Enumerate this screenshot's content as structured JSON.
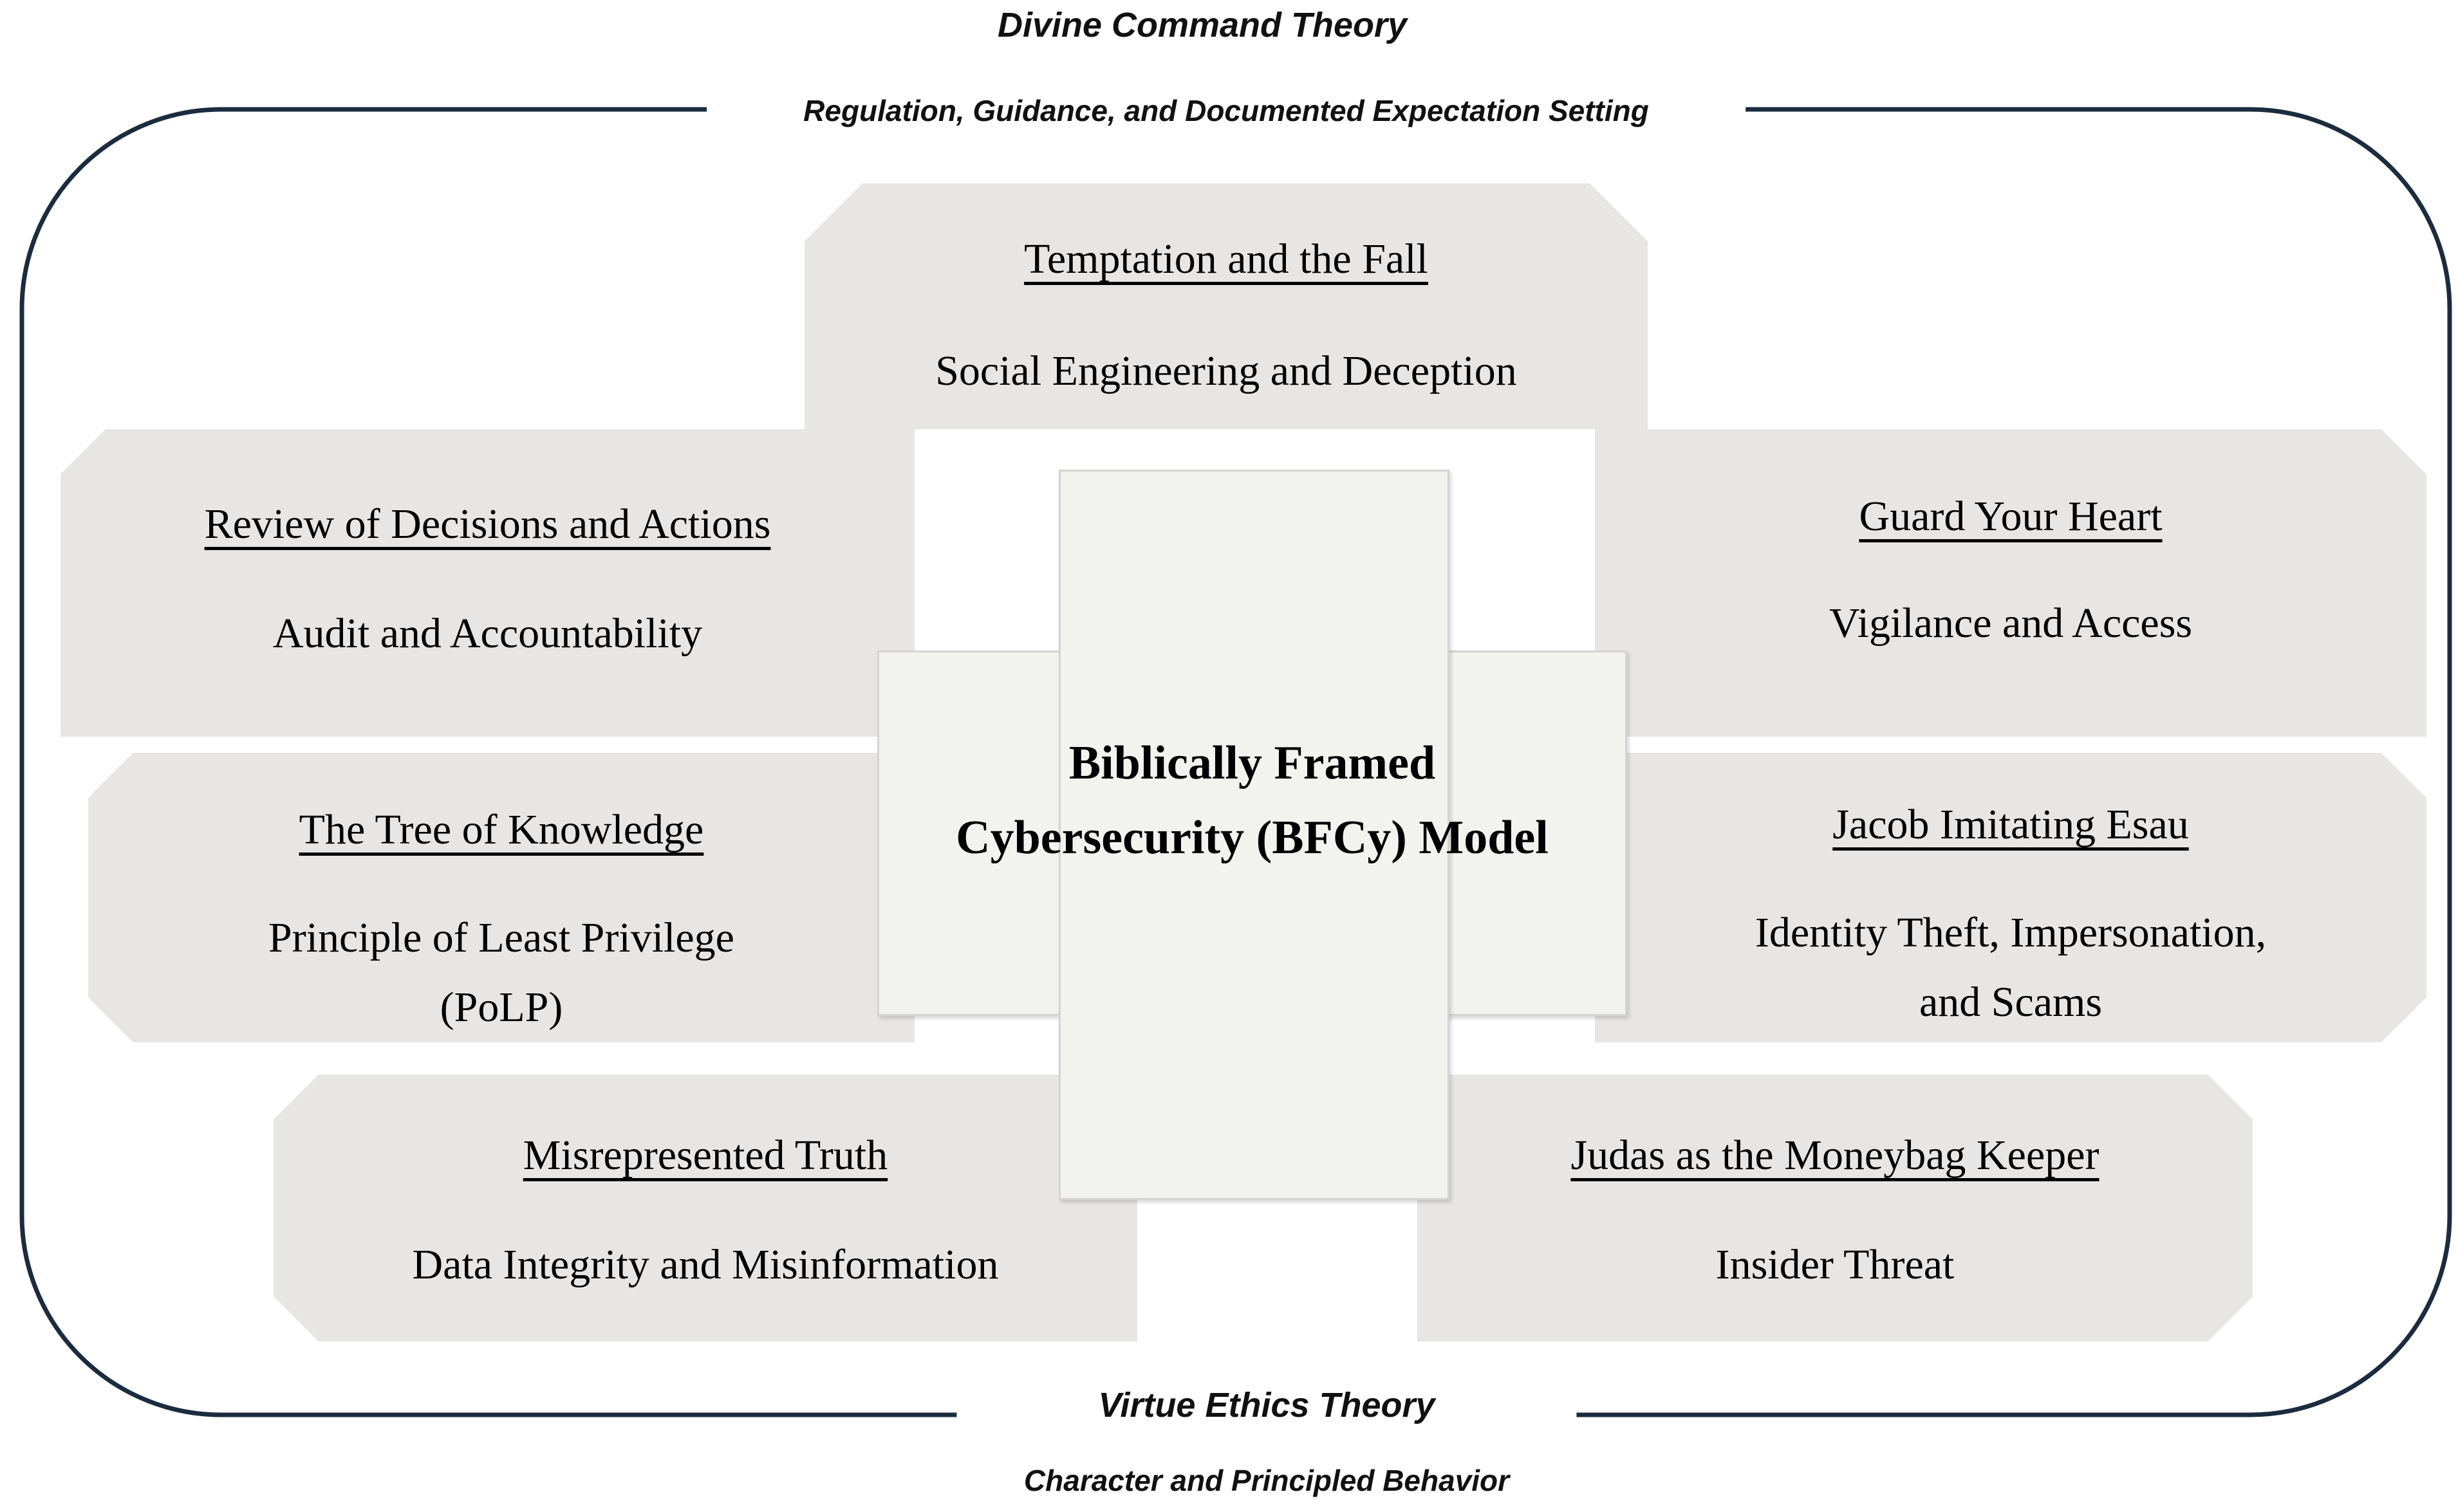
{
  "diagram_title": "Biblically Framed Cybersecurity (BFCy) Model",
  "top_axis": {
    "label": "Divine Command Theory",
    "sublabel": "Regulation, Guidance, and Documented Expectation Setting"
  },
  "bottom_axis": {
    "label": "Virtue Ethics Theory",
    "sublabel": "Character and Principled Behavior"
  },
  "center": {
    "line1": "Biblically Framed",
    "line2": "Cybersecurity (BFCy) Model"
  },
  "panels": {
    "top": {
      "heading": "Temptation and the Fall",
      "body": "Social Engineering and Deception"
    },
    "left_upper": {
      "heading": "Review of Decisions and Actions",
      "body": "Audit and Accountability"
    },
    "right_upper": {
      "heading": "Guard Your Heart",
      "body": "Vigilance and Access"
    },
    "left_middle": {
      "heading": "The Tree of Knowledge",
      "body_line1": "Principle of Least Privilege",
      "body_line2": "(PoLP)"
    },
    "right_middle": {
      "heading": "Jacob Imitating Esau",
      "body_line1": "Identity Theft, Impersonation,",
      "body_line2": "and Scams"
    },
    "left_bottom": {
      "heading": "Misrepresented Truth",
      "body": "Data Integrity and Misinformation"
    },
    "right_bottom": {
      "heading": "Judas as the Moneybag Keeper",
      "body": "Insider Threat"
    }
  },
  "colors": {
    "frame": "#1b2c3e",
    "panel": "#e7e6e4",
    "cross_fill": "#f2f2ee",
    "cross_border": "#d5d4d0"
  }
}
